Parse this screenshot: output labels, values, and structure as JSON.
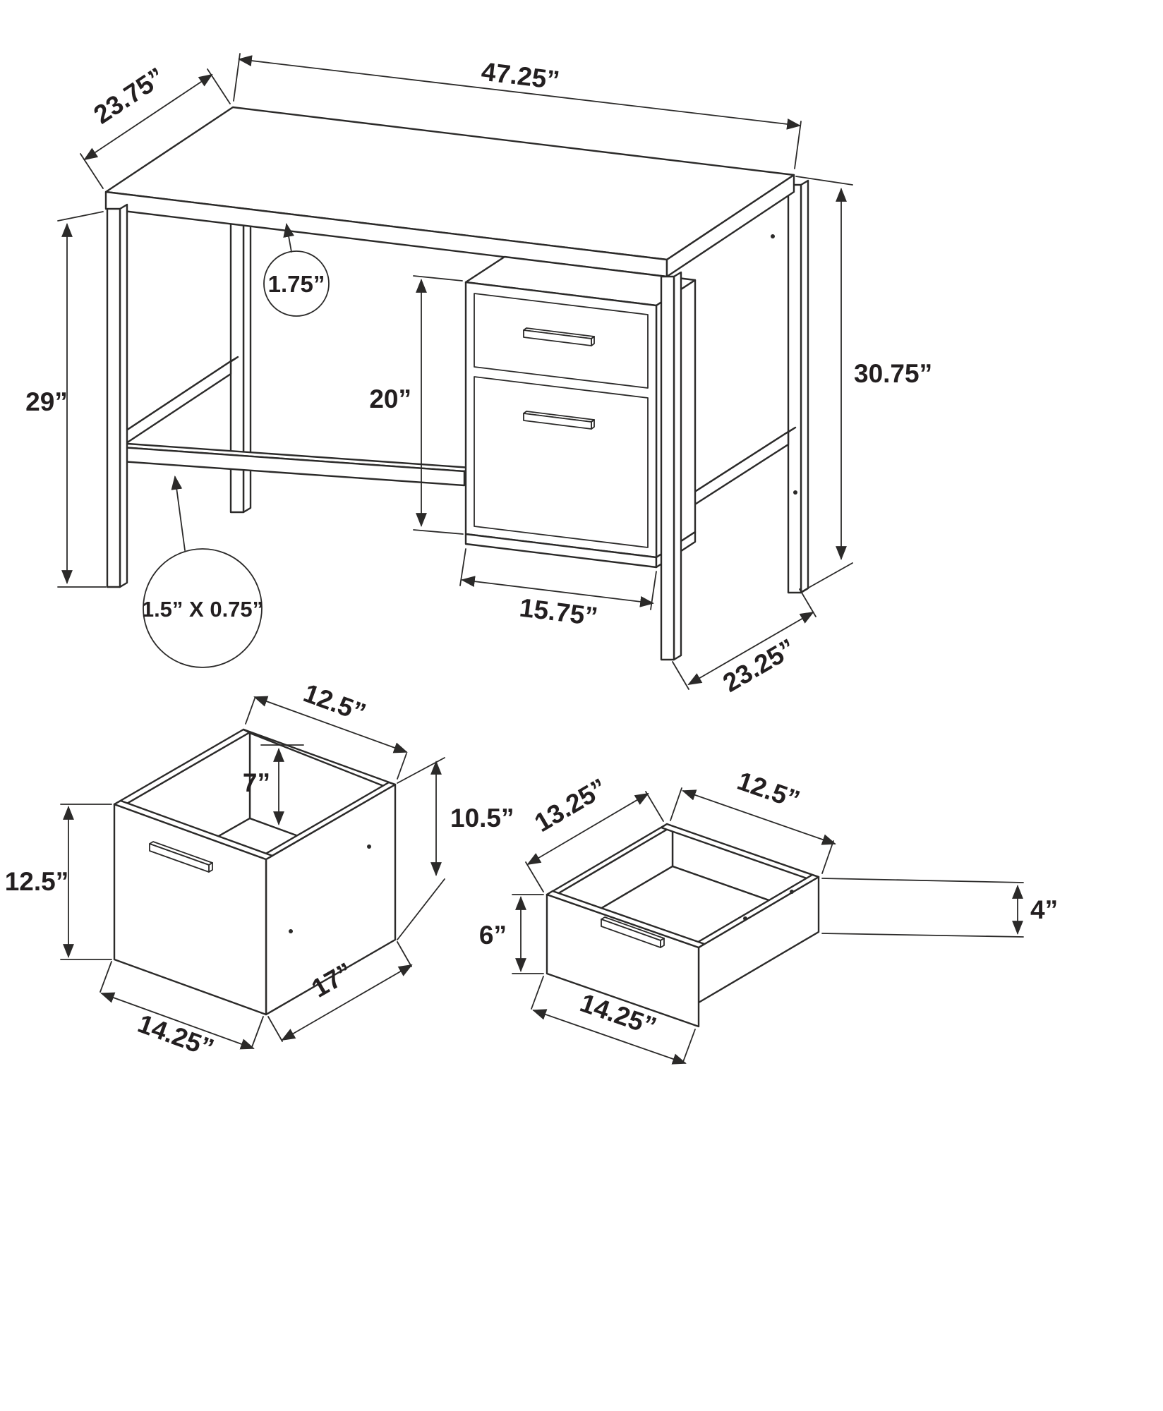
{
  "figure": {
    "background_color": "#ffffff",
    "line_color": "#2b2a29"
  },
  "desk": {
    "width_top": "47.25”",
    "depth_top": "23.75”",
    "top_thickness": "1.75”",
    "height_under_top": "29”",
    "drawer_clearance": "20”",
    "overall_height": "30.75”",
    "cabinet_width": "15.75”",
    "side_depth": "23.25”",
    "frame_profile": "1.5” X 0.75”"
  },
  "file_drawer": {
    "top_width": "12.5”",
    "inner_depth": "7”",
    "side_height": "10.5”",
    "front_height": "12.5”",
    "side_length": "17”",
    "front_width": "14.25”"
  },
  "pencil_drawer": {
    "side_length": "13.25”",
    "top_width": "12.5”",
    "front_height": "6”",
    "side_height": "4”",
    "front_width": "14.25”"
  }
}
